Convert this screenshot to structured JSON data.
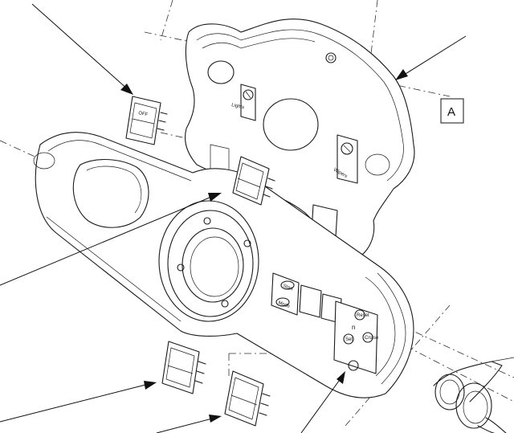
{
  "callout": {
    "label": "A"
  },
  "labels": {
    "upper_left_button": "Lights",
    "upper_right_button": "Wipers",
    "hood_left_buttons": [
      "Start",
      "Mode"
    ],
    "hood_right_buttons": [
      "Reset",
      "Set",
      "Cruise"
    ],
    "switch_text": "OFF",
    "indicator_letter": "n"
  }
}
